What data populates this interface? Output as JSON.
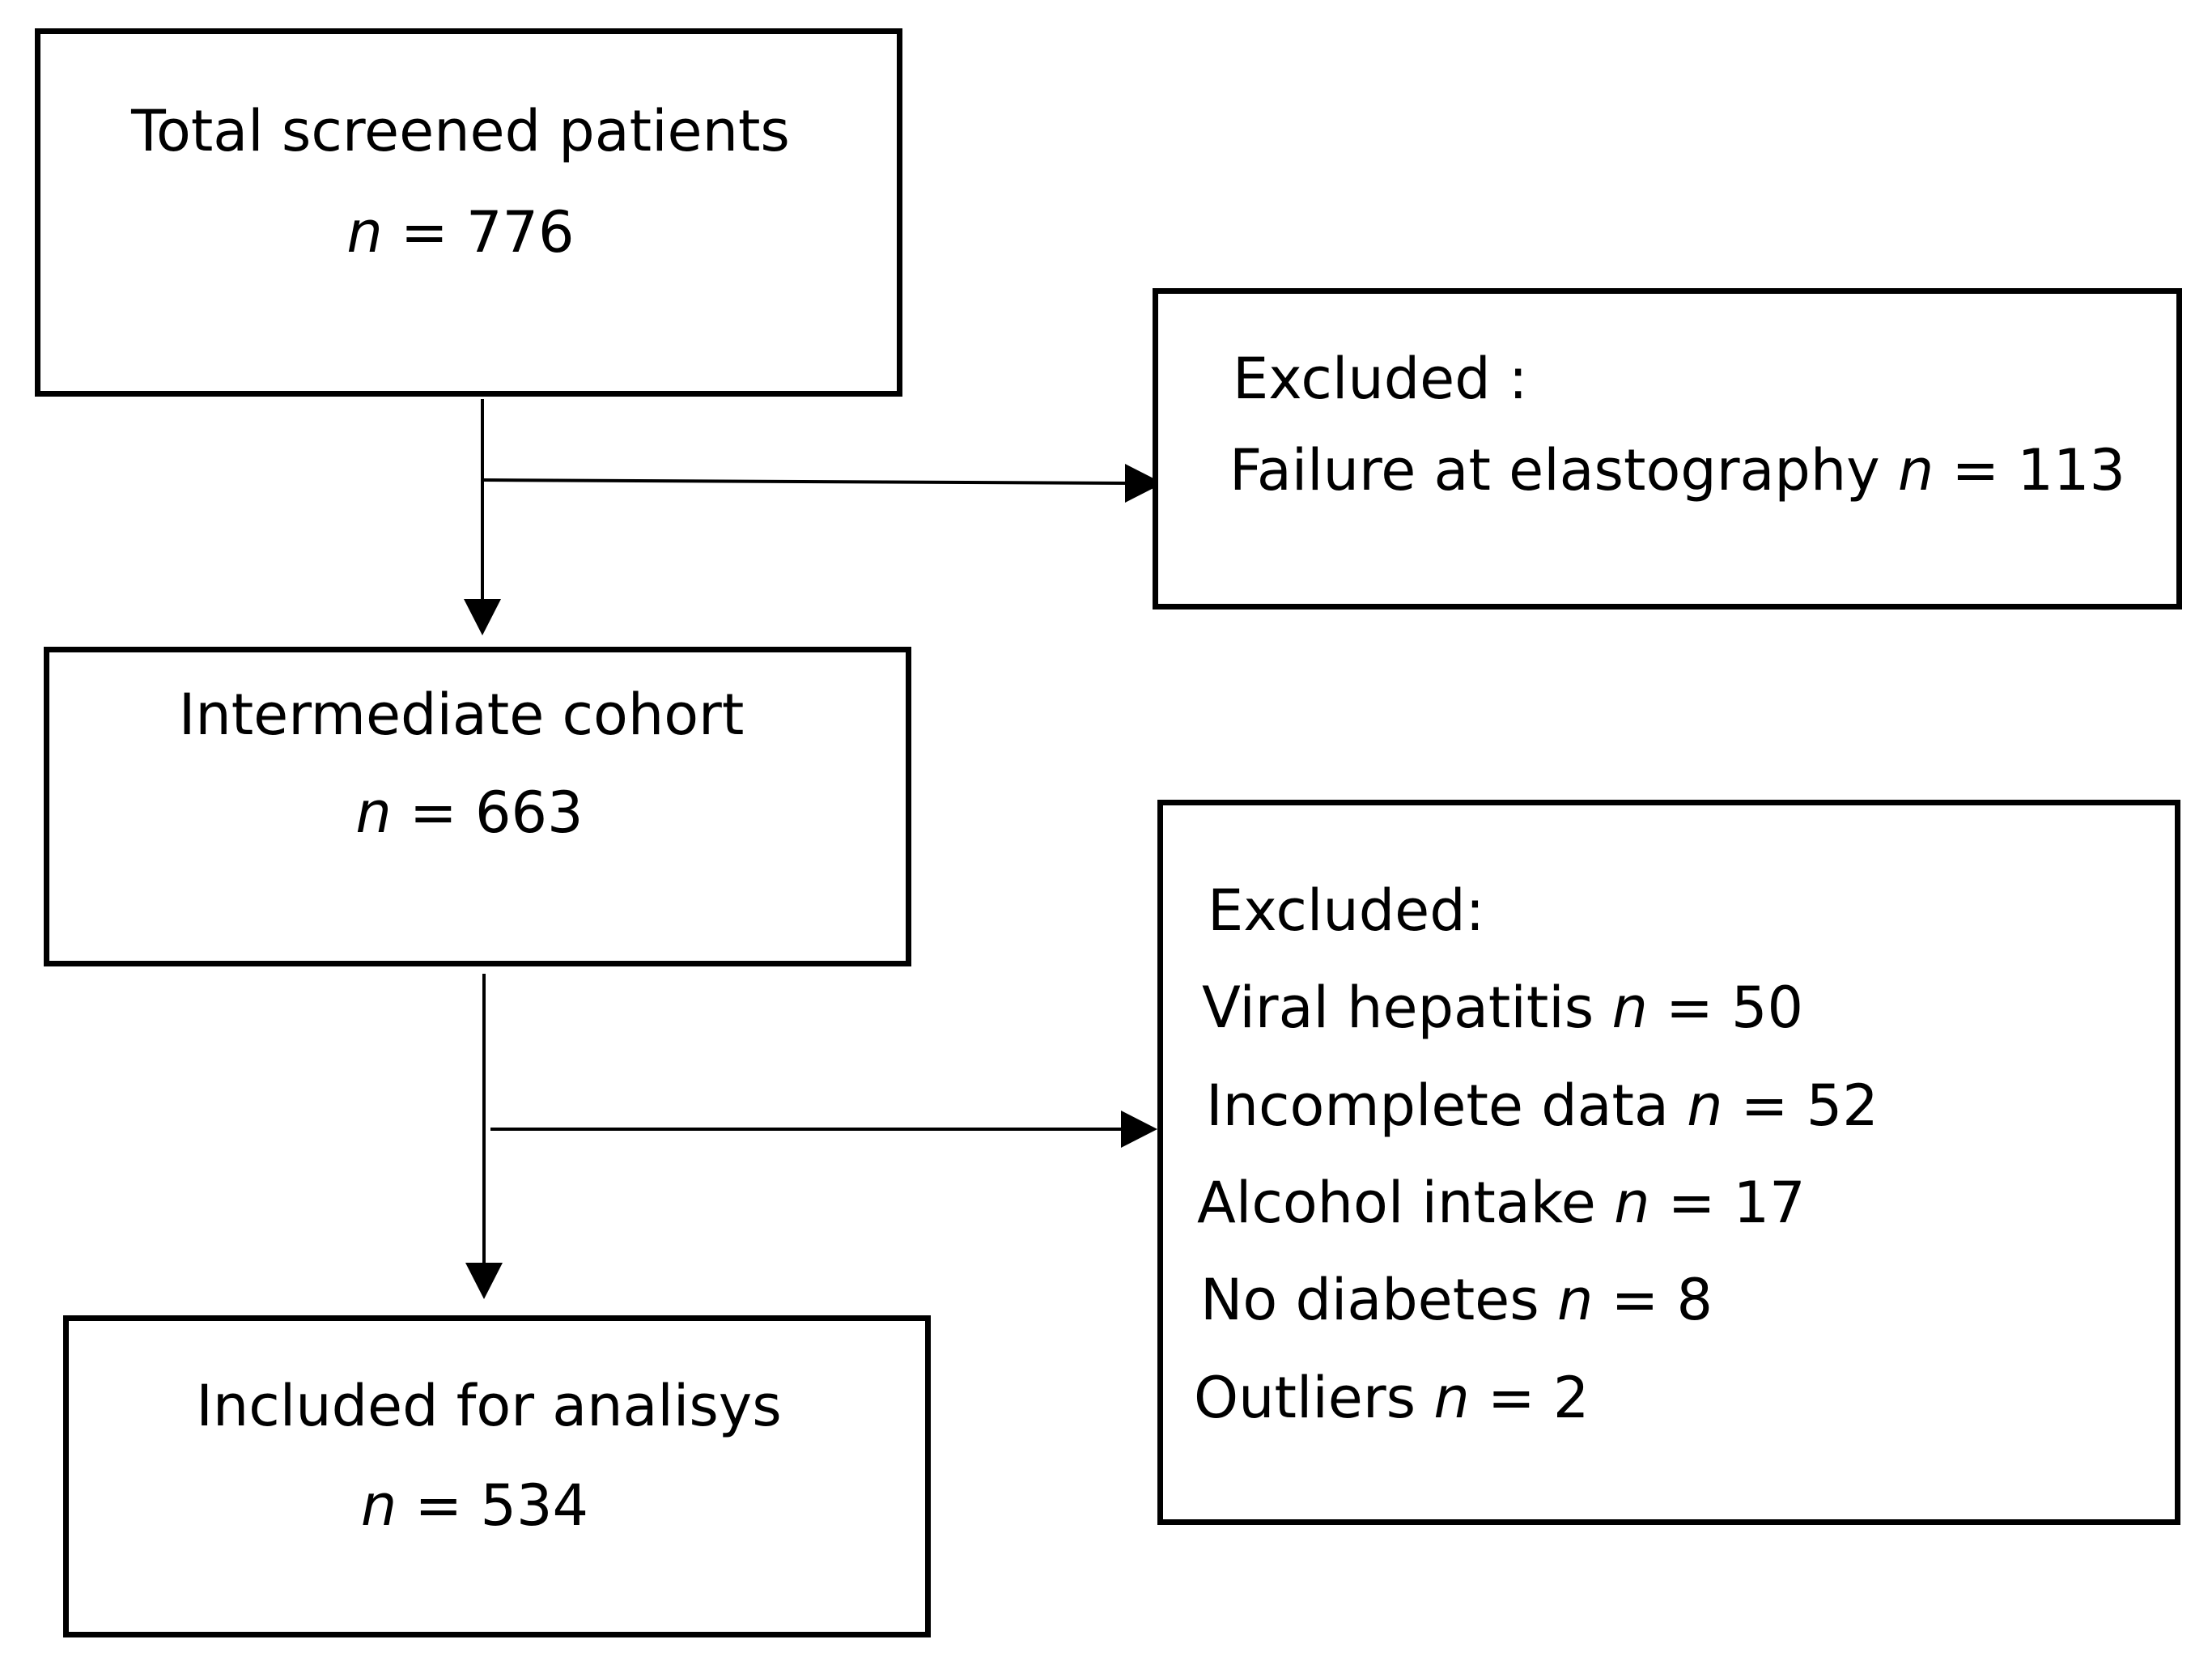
{
  "n_symbol": "n",
  "equals": " = ",
  "boxes": {
    "screened": {
      "title": "Total screened patients",
      "n": "776"
    },
    "excluded_1": {
      "header": "Excluded :",
      "items": [
        {
          "label": "Failure at elastography",
          "n": "113"
        }
      ]
    },
    "intermediate": {
      "title": "Intermediate cohort",
      "n": "663"
    },
    "excluded_2": {
      "header": "Excluded:",
      "items": [
        {
          "label": "Viral hepatitis",
          "n": "50"
        },
        {
          "label": "Incomplete data",
          "n": "52"
        },
        {
          "label": "Alcohol intake",
          "n": "17"
        },
        {
          "label": "No diabetes",
          "n": "8"
        },
        {
          "label": "Outliers",
          "n": "2"
        }
      ]
    },
    "included": {
      "title": "Included for analisys",
      "n": "534"
    }
  },
  "colors": {
    "stroke": "#000000",
    "background": "#ffffff"
  }
}
